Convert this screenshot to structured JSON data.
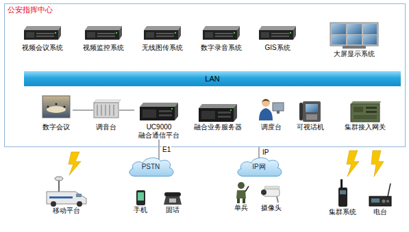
{
  "diagram": {
    "nodes": [
      {
        "text": [
          "公安指挥中心"
        ]
      },
      {
        "text": [
          "视频会议系统"
        ],
        "in": 0
      },
      {
        "text": [
          "视频监控系统"
        ],
        "in": 0
      },
      {
        "text": [
          "无线图传系统"
        ],
        "in": 0
      },
      {
        "text": [
          "数字录音系统"
        ],
        "in": 0
      },
      {
        "text": [
          "GIS系统"
        ],
        "in": 0
      },
      {
        "text": [
          "大屏显示系统"
        ],
        "in": 0
      },
      {
        "text": [
          "LAN"
        ],
        "in": 0
      },
      {
        "text": [
          "数字会议"
        ],
        "in": 0
      },
      {
        "text": [
          "调音台"
        ],
        "in": 0
      },
      {
        "text": [
          "UC9000 融合通信平台"
        ],
        "in": 0
      },
      {
        "text": [
          "融合业务服务器"
        ],
        "in": 0
      },
      {
        "text": [
          "调度台"
        ],
        "in": 0
      },
      {
        "text": [
          "可视话机"
        ],
        "in": 0
      },
      {
        "text": [
          "集群接入网关"
        ],
        "in": 0
      },
      {
        "text": [
          "PSTN"
        ]
      },
      {
        "text": [
          "IP网"
        ]
      },
      {
        "text": [
          "移动平台"
        ]
      },
      {
        "text": [
          "手机"
        ]
      },
      {
        "text": [
          "固话"
        ]
      },
      {
        "text": [
          "单兵"
        ]
      },
      {
        "text": [
          "摄像头"
        ]
      },
      {
        "text": [
          "集群系统"
        ]
      },
      {
        "text": [
          "电台"
        ]
      }
    ],
    "edges": [
      {
        "from": 8,
        "to": 9,
        "arrow": "none"
      },
      {
        "from": 9,
        "to": 10,
        "arrow": "none"
      },
      {
        "from": 10,
        "to": 15,
        "arrow": "none",
        "label": "E1"
      },
      {
        "from": 0,
        "to": 16,
        "arrow": "none",
        "label": "IP"
      }
    ]
  }
}
